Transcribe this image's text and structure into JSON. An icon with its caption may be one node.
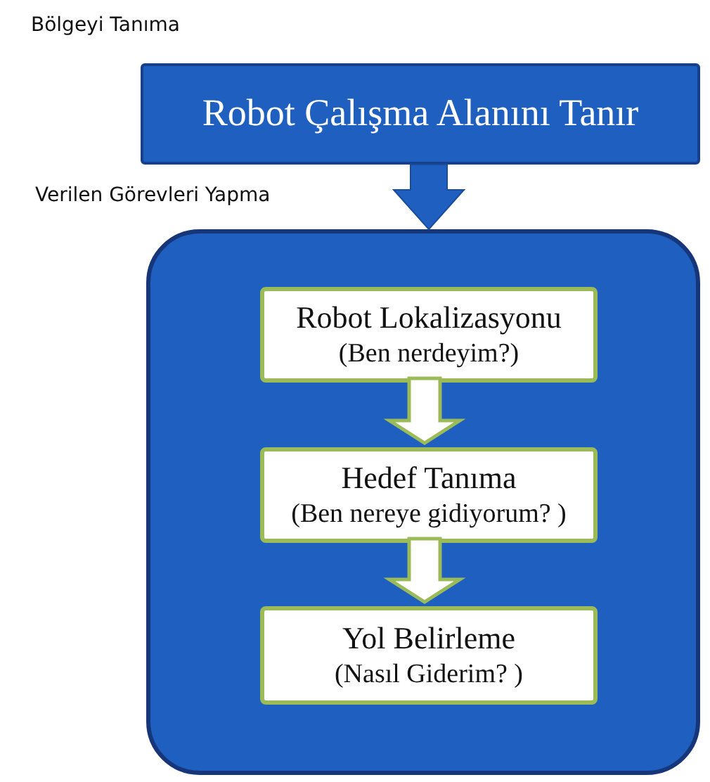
{
  "diagram": {
    "nodes": [
      {
        "text": [
          "Robot Çalışma Alanını Tanır"
        ],
        "beside": [
          "Bölgeyi Tanıma"
        ]
      },
      {
        "text": [],
        "beside": [
          "Verilen Görevleri Yapma"
        ],
        "shape": "box"
      },
      {
        "text": [
          "Robot Lokalizasyonu",
          "(Ben nerdeyim?)"
        ],
        "in": 1
      },
      {
        "text": [
          "Hedef Tanıma",
          "(Ben nereye gidiyorum? )"
        ],
        "in": 1
      },
      {
        "text": [
          "Yol Belirleme",
          "(Nasıl Giderim? )"
        ],
        "in": 1
      }
    ],
    "edges": [
      {
        "from": 0,
        "to": 1,
        "arrow": "to",
        "color": "#1f5fc0"
      },
      {
        "from": 2,
        "to": 3,
        "arrow": "to"
      },
      {
        "from": 3,
        "to": 4,
        "arrow": "to"
      }
    ]
  }
}
